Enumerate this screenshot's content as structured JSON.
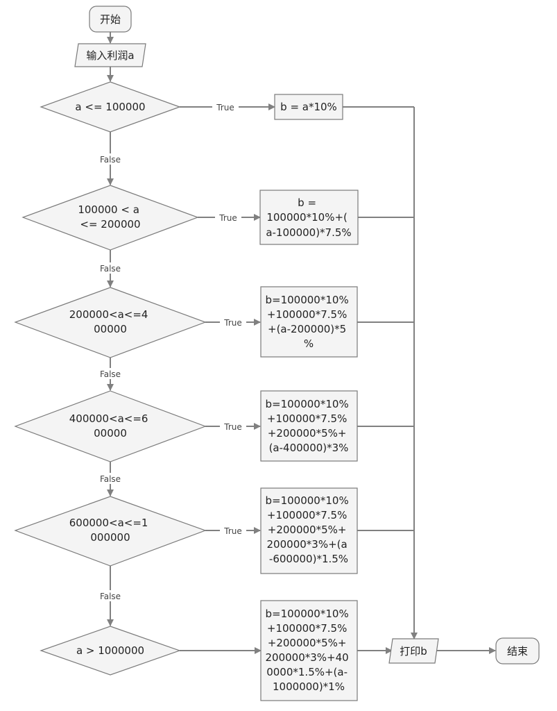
{
  "nodes": {
    "start": "开始",
    "input": "输入利润a",
    "cond1": "a <= 100000",
    "calc1": "b = a*10%",
    "cond2": [
      "100000 < a",
      "<= 200000"
    ],
    "calc2": [
      "b =",
      "100000*10%+(",
      "a-100000)*7.5%"
    ],
    "cond3": [
      "200000<a<=4",
      "00000"
    ],
    "calc3": [
      "b=100000*10%",
      "+100000*7.5%",
      "+(a-200000)*5",
      "%"
    ],
    "cond4": [
      "400000<a<=6",
      "00000"
    ],
    "calc4": [
      "b=100000*10%",
      "+100000*7.5%",
      "+200000*5%+",
      "(a-400000)*3%"
    ],
    "cond5": [
      "600000<a<=1",
      "000000"
    ],
    "calc5": [
      "b=100000*10%",
      "+100000*7.5%",
      "+200000*5%+",
      "200000*3%+(a",
      "-600000)*1.5%"
    ],
    "cond6": "a > 1000000",
    "calc6": [
      "b=100000*10%",
      "+100000*7.5%",
      "+200000*5%+",
      "200000*3%+40",
      "0000*1.5%+(a-",
      "1000000)*1%"
    ],
    "print": "打印b",
    "end": "结束"
  },
  "edge_labels": {
    "true": "True",
    "false": "False"
  },
  "colors": {
    "shape_fill": "#f4f4f4",
    "shape_stroke": "#7a7a7a",
    "line": "#808080",
    "text": "#222222"
  }
}
